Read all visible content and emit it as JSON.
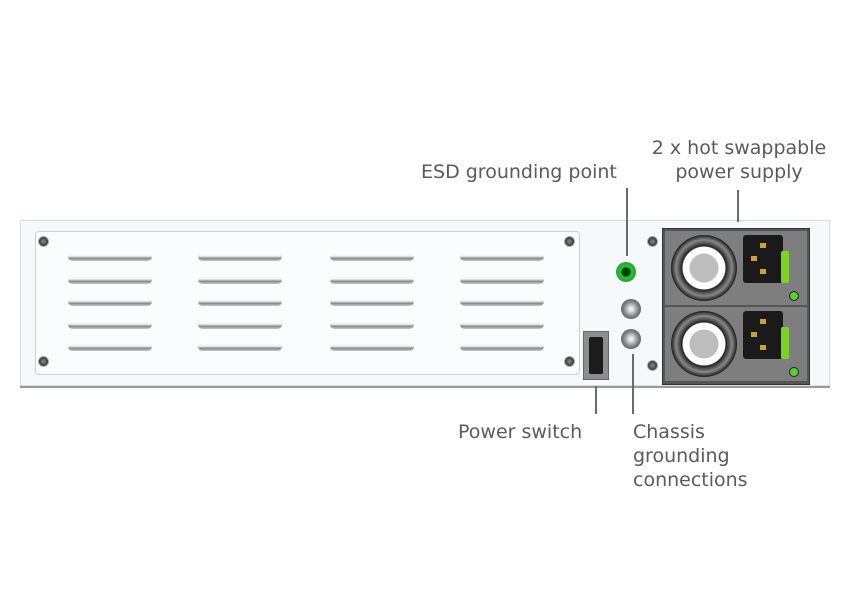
{
  "labels": {
    "esd": "ESD grounding point",
    "psu_line1": "2 x hot swappable",
    "psu_line2": "power supply",
    "power_switch": "Power switch",
    "chassis_line1": "Chassis",
    "chassis_line2": "grounding",
    "chassis_line3": "connections"
  },
  "colors": {
    "label_text": "#5a5a5a",
    "esd_green": "#2fbf3b",
    "psu_latch": "#7ed321"
  }
}
